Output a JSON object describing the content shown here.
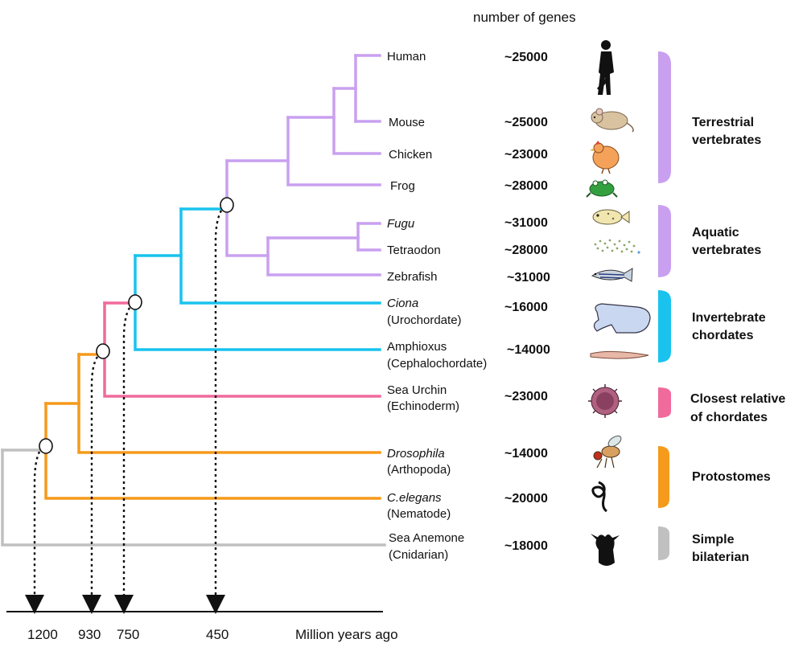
{
  "header": {
    "genes_title": "number of genes"
  },
  "colors": {
    "terrestrial": "#c9a0f0",
    "aquatic": "#c9a0f0",
    "invertebrate": "#19c3ee",
    "echinoderm": "#f06a9c",
    "protostome": "#f59a1b",
    "simple": "#c0c0c0"
  },
  "taxa": [
    {
      "name": "Human",
      "sub": "",
      "italic": false,
      "genes": "~25000",
      "icon": "human-silhouette-icon"
    },
    {
      "name": "Mouse",
      "sub": "",
      "italic": false,
      "genes": "~25000",
      "icon": "mouse-icon"
    },
    {
      "name": "Chicken",
      "sub": "",
      "italic": false,
      "genes": "~23000",
      "icon": "chicken-icon"
    },
    {
      "name": "Frog",
      "sub": "",
      "italic": false,
      "genes": "~28000",
      "icon": "frog-icon"
    },
    {
      "name": "Fugu",
      "sub": "",
      "italic": true,
      "genes": "~31000",
      "icon": "pufferfish-icon"
    },
    {
      "name": "Tetraodon",
      "sub": "",
      "italic": false,
      "genes": "~28000",
      "icon": "tetraodon-icon"
    },
    {
      "name": "Zebrafish",
      "sub": "",
      "italic": false,
      "genes": "~31000",
      "icon": "zebrafish-icon"
    },
    {
      "name": "Ciona",
      "sub": "(Urochordate)",
      "italic": true,
      "genes": "~16000",
      "icon": "ciona-icon"
    },
    {
      "name": "Amphioxus",
      "sub": "(Cephalochordate)",
      "italic": false,
      "genes": "~14000",
      "icon": "amphioxus-icon"
    },
    {
      "name": "Sea Urchin",
      "sub": "(Echinoderm)",
      "italic": false,
      "genes": "~23000",
      "icon": "sea-urchin-icon"
    },
    {
      "name": "Drosophila",
      "sub": "(Arthopoda)",
      "italic": true,
      "genes": "~14000",
      "icon": "fly-icon"
    },
    {
      "name": "C.elegans",
      "sub": "(Nematode)",
      "italic": true,
      "genes": "~20000",
      "icon": "worm-icon"
    },
    {
      "name": "Sea Anemone",
      "sub": "(Cnidarian)",
      "italic": false,
      "genes": "~18000",
      "icon": "sea-anemone-icon"
    }
  ],
  "groups": [
    {
      "line1": "Terrestrial",
      "line2": "vertebrates",
      "color": "#c9a0f0"
    },
    {
      "line1": "Aquatic",
      "line2": "vertebrates",
      "color": "#c9a0f0"
    },
    {
      "line1": "Invertebrate",
      "line2": "chordates",
      "color": "#19c3ee"
    },
    {
      "line1": "Closest relative",
      "line2": "of chordates",
      "color": "#f06a9c"
    },
    {
      "line1": "Protostomes",
      "line2": "",
      "color": "#f59a1b"
    },
    {
      "line1": "Simple",
      "line2": "bilaterian",
      "color": "#c0c0c0"
    }
  ],
  "timeline": {
    "ticks": [
      "1200",
      "930",
      "750",
      "450"
    ],
    "unit": "Million years ago"
  }
}
